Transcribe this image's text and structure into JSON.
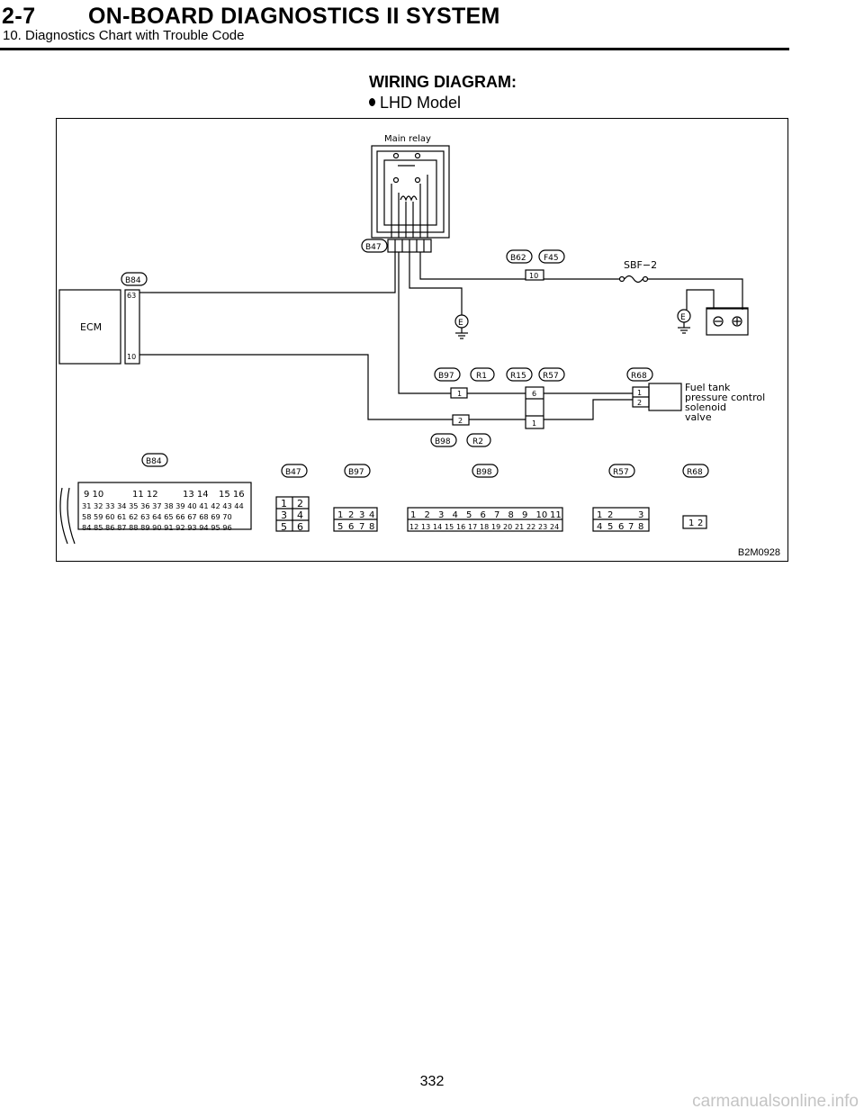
{
  "header": {
    "section_number": "2-7",
    "title": "ON-BOARD DIAGNOSTICS II SYSTEM",
    "subtitle": "10. Diagnostics Chart with Trouble Code"
  },
  "section": {
    "heading": "WIRING DIAGRAM:",
    "bullet": "LHD Model"
  },
  "diagram": {
    "figure_code": "B2M0928",
    "components": {
      "main_relay": "Main relay",
      "ecm": "ECM",
      "fuse": "SBF−2",
      "solenoid_l1": "Fuel tank",
      "solenoid_l2": "pressure control",
      "solenoid_l3": "solenoid",
      "solenoid_l4": "valve",
      "ground": "E"
    },
    "connector_tags": {
      "b84": "B84",
      "b47": "B47",
      "b62": "B62",
      "f45": "F45",
      "b97": "B97",
      "r1": "R1",
      "r15": "R15",
      "r57": "R57",
      "r68": "R68",
      "b98": "B98",
      "r2": "R2"
    },
    "pins": {
      "ecm_63": "63",
      "ecm_10": "10",
      "f45_10": "10",
      "b97_1": "1",
      "b98_2": "2",
      "r57_6": "6",
      "r57_1": "1",
      "r68_1": "1",
      "r68_2": "2"
    },
    "connector_faces": {
      "b84": [
        "9 10 ",
        "11 12",
        "13 14",
        "15 16",
        "31 32 33 34 35 36 37 38 39 40 41 42 43 44",
        "58 59 60 61 62 63 64 65 66 67 68 69 70",
        "84 85 86 87 88 89 90 91 92 93 94 95 96"
      ],
      "b47": [
        "1",
        "2",
        "3",
        "4",
        "5",
        "6"
      ],
      "b97": [
        "1",
        "2",
        "3",
        "4",
        "5",
        "6",
        "7",
        "8"
      ],
      "b98_row1": [
        "1",
        "2",
        "3",
        "4",
        "5",
        "6",
        "7",
        "8",
        "9",
        "10",
        "11"
      ],
      "b98_row2": [
        "12",
        "13",
        "14",
        "15",
        "16",
        "17",
        "18",
        "19",
        "20",
        "21",
        "22",
        "23",
        "24"
      ],
      "r57": [
        "1",
        "2",
        "3",
        "4",
        "5",
        "6",
        "7",
        "8"
      ],
      "r68": [
        "1",
        "2"
      ]
    }
  },
  "footer": {
    "page_number": "332",
    "watermark": "carmanualsonline.info"
  }
}
